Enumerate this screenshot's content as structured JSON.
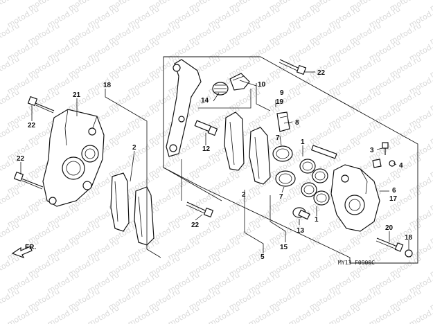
{
  "watermark": "motod.ru",
  "diagram_code": "MY13-F0900C",
  "direction_label": "FR.",
  "callouts": {
    "c1a": "1",
    "c1b": "1",
    "c2a": "2",
    "c2b": "2",
    "c3": "3",
    "c4": "4",
    "c5": "5",
    "c6": "6",
    "c7a": "7",
    "c7b": "7",
    "c8": "8",
    "c9": "9",
    "c10": "10",
    "c12": "12",
    "c13": "13",
    "c14": "14",
    "c15": "15",
    "c17": "17",
    "c18a": "18",
    "c18b": "18",
    "c19": "19",
    "c20": "20",
    "c21": "21",
    "c22a": "22",
    "c22b": "22",
    "c22c": "22",
    "c22d": "22"
  }
}
